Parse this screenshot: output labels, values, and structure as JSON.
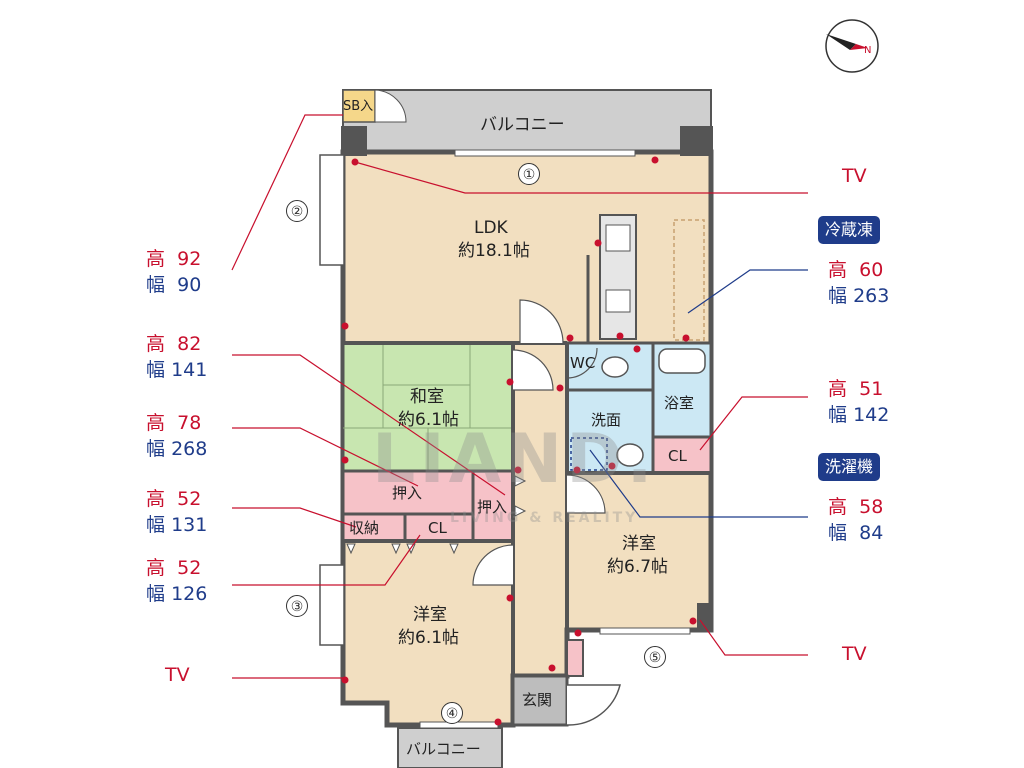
{
  "compass": {
    "label": "N"
  },
  "watermark": {
    "brand": "LIAND.",
    "tagline": "LIVING & REALITY"
  },
  "rooms": {
    "balcony_top": "バルコニー",
    "sb": "SB入",
    "ldk_name": "LDK",
    "ldk_size": "約18.1帖",
    "washitsu_name": "和室",
    "washitsu_size": "約6.1帖",
    "wc": "WC",
    "yokushitsu": "浴室",
    "senmen": "洗面",
    "cl_right": "CL",
    "oshiire1": "押入",
    "oshiire2": "押入",
    "shuno": "収納",
    "cl_left": "CL",
    "yoshitsu_right_name": "洋室",
    "yoshitsu_right_size": "約6.7帖",
    "yoshitsu_left_name": "洋室",
    "yoshitsu_left_size": "約6.1帖",
    "genkan": "玄関",
    "balcony_bottom": "バルコニー"
  },
  "markers": [
    "①",
    "②",
    "③",
    "④",
    "⑤"
  ],
  "tv_labels": {
    "tv1": "TV",
    "tv2": "TV",
    "tv3": "TV"
  },
  "badges": {
    "fridge": "冷蔵凍",
    "washer": "洗濯機"
  },
  "measurements": {
    "m1": {
      "h_label": "高",
      "h": "92",
      "w_label": "幅",
      "w": "90"
    },
    "m2": {
      "h_label": "高",
      "h": "82",
      "w_label": "幅",
      "w": "141"
    },
    "m3": {
      "h_label": "高",
      "h": "78",
      "w_label": "幅",
      "w": "268"
    },
    "m4": {
      "h_label": "高",
      "h": "52",
      "w_label": "幅",
      "w": "131"
    },
    "m5": {
      "h_label": "高",
      "h": "52",
      "w_label": "幅",
      "w": "126"
    },
    "fridge": {
      "h_label": "高",
      "h": "60",
      "w_label": "幅",
      "w": "263"
    },
    "r1": {
      "h_label": "高",
      "h": "51",
      "w_label": "幅",
      "w": "142"
    },
    "washer": {
      "h_label": "高",
      "h": "58",
      "w_label": "幅",
      "w": "84"
    }
  },
  "colors": {
    "floor": "#f2dfc0",
    "tatami": "#c8e6b0",
    "wet": "#cce8f4",
    "storage": "#f6c2c8",
    "balcony": "#cfcfcf",
    "genkan": "#bdbdbd",
    "wall": "#555555",
    "line_red": "#c8102e",
    "line_blue": "#1f3c8a"
  }
}
